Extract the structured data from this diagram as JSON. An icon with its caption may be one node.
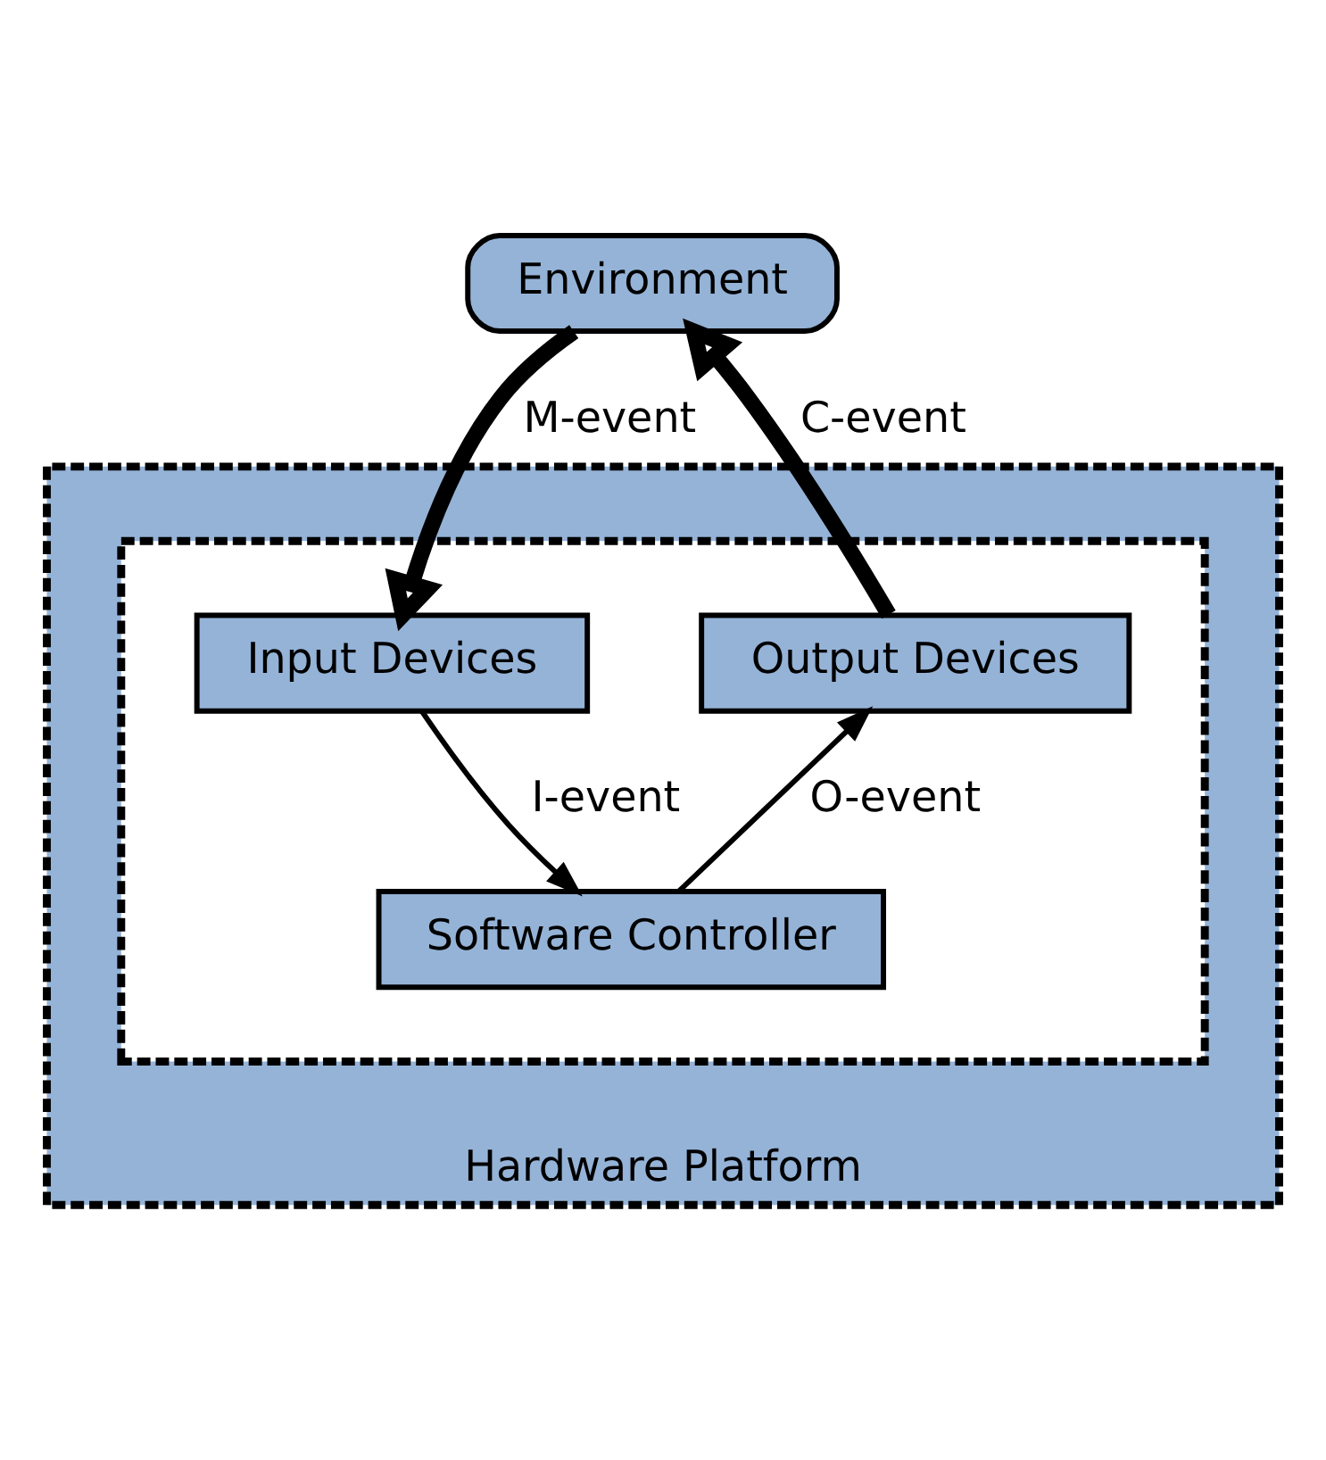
{
  "diagram": {
    "nodes": [
      {
        "text": [
          "Environment"
        ]
      },
      {
        "text": [
          "Hardware Platform"
        ]
      },
      {
        "text": [],
        "shape": "box",
        "in": 1
      },
      {
        "text": [
          "Input Devices"
        ],
        "in": 2
      },
      {
        "text": [
          "Output Devices"
        ],
        "in": 2
      },
      {
        "text": [
          "Software Controller"
        ],
        "in": 2
      }
    ],
    "edges": [
      {
        "from": 0,
        "to": 3,
        "arrow": "to",
        "label": "M-event",
        "style": "thick"
      },
      {
        "from": 4,
        "to": 0,
        "arrow": "to",
        "label": "C-event",
        "style": "thick"
      },
      {
        "from": 3,
        "to": 5,
        "arrow": "to",
        "label": "I-event"
      },
      {
        "from": 5,
        "to": 4,
        "arrow": "to",
        "label": "O-event"
      }
    ]
  }
}
